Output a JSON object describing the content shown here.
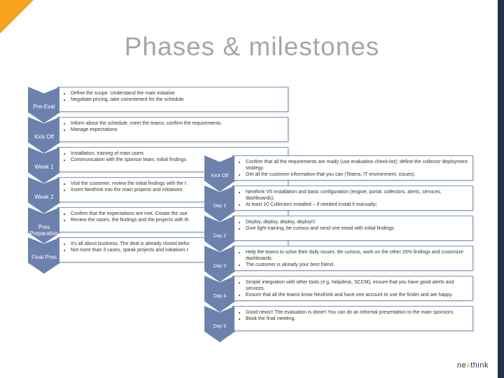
{
  "slide": {
    "title": "Phases & milestones",
    "accent_color": "#f5a21c",
    "bar_color": "#1f3249"
  },
  "left_phases": [
    {
      "label": "Pre-Eval",
      "bullets": [
        "Define the scope. Understand the main initiative",
        "Negotiate pricing, take commitment for the schedule"
      ]
    },
    {
      "label": "Kick Off",
      "bullets": [
        "Inform about the schedule, meet the teams, confirm the requirements.",
        "Manage expectations"
      ]
    },
    {
      "label": "Week 1",
      "bullets": [
        "Installation, training of main users",
        "Communication with the sponsor team, initial findings"
      ]
    },
    {
      "label": "Week 2",
      "bullets": [
        "Visit the customer, review the initial findings with the t",
        "Insert Nexthink into the main projects and initiatives"
      ]
    },
    {
      "label": "Pres Preparation",
      "bullets": [
        "Confirm that the expectations are met. Create the use",
        "Review the cases, the findings and the projects with th"
      ]
    },
    {
      "label": "Final Pres",
      "bullets": [
        "It's all about business. The deal is already closed befor",
        "Not more than 3 cases, speak projects and initiatives t"
      ]
    }
  ],
  "right_days": [
    {
      "label": "Kick Off",
      "bullets": [
        "Confirm that all the requirements are ready (use evaluation check-list); define the collector deployment strategy.",
        "Get all the customer information that you can (Teams, IT environment, issues)."
      ]
    },
    {
      "label": "Day 1",
      "bullets": [
        "Nexthink V5 Installation and basic configuration (engine, portal, collectors, alerts, services, dashboards);",
        "At least 10 Collectors installed – if needed install it manually;"
      ]
    },
    {
      "label": "Day 2",
      "bullets": [
        "Deploy, deploy, deploy, deploy!!!",
        "Give light training, be curious and send one email with initial findings."
      ]
    },
    {
      "label": "Day 3",
      "bullets": [
        "Help the teams to solve their daily issues. Be curious, work on the other 20% findings and customize dashboards.",
        "The customer is already your best friend."
      ]
    },
    {
      "label": "Day 4",
      "bullets": [
        "Simple integration with other tools (e.g. helpdesk, SCCM), ensure that you have good alerts and services.",
        "Ensure that all the teams know Nexthink and have one account to use the finder and are happy."
      ]
    },
    {
      "label": "Day 5",
      "bullets": [
        "Good news!! The evaluation is done!! You can do an informal presentation to the main sponsors.",
        "Book the final meeting."
      ]
    }
  ],
  "logo": {
    "pre": "ne",
    "x": "x",
    "post": "think"
  }
}
